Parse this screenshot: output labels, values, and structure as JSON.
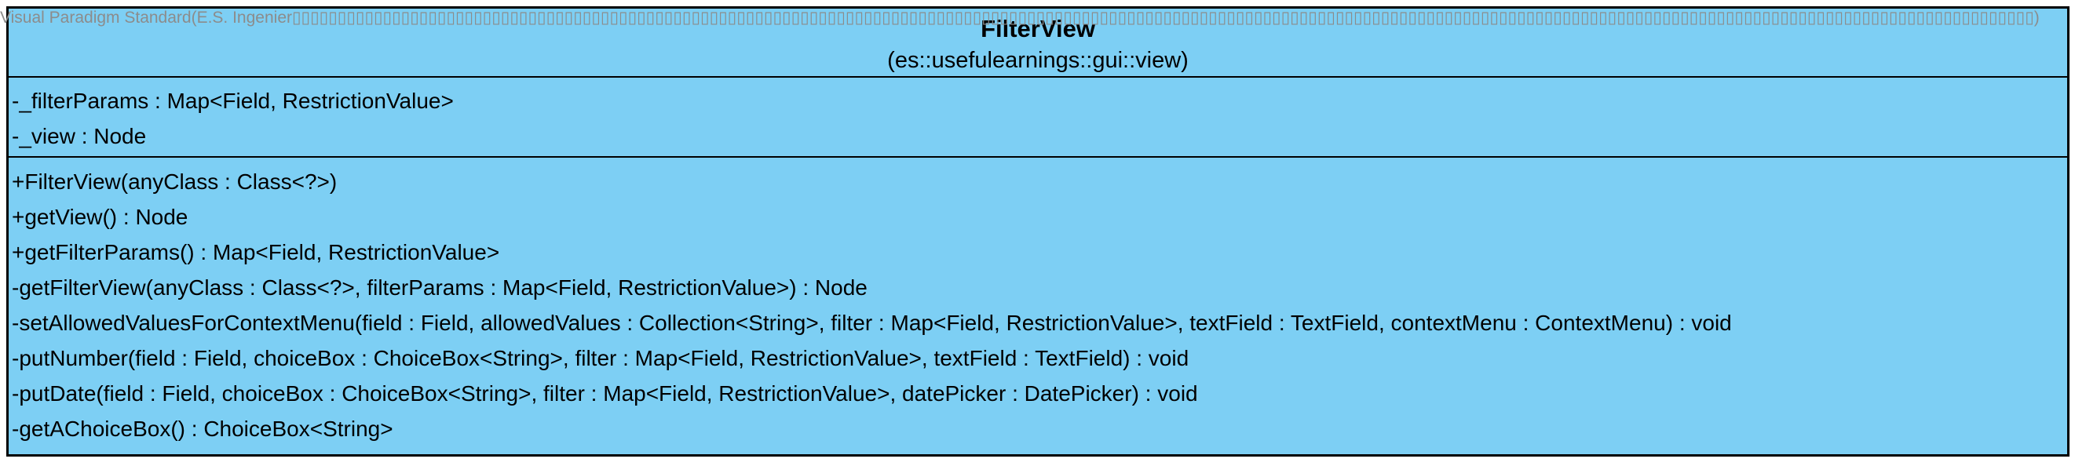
{
  "diagram": {
    "watermark": "Visual Paradigm Standard(E.S. Ingenier▯▯▯▯▯▯▯▯▯▯▯▯▯▯▯▯▯▯▯▯▯▯▯▯▯▯▯▯▯▯▯▯▯▯▯▯▯▯▯▯▯▯▯▯▯▯▯▯▯▯▯▯▯▯▯▯▯▯▯▯▯▯▯▯▯▯▯▯▯▯▯▯▯▯▯▯▯▯▯▯▯▯▯▯▯▯▯▯▯▯▯▯▯▯▯▯▯▯▯▯▯▯▯▯▯▯▯▯▯▯▯▯▯▯▯▯▯▯▯▯▯▯▯▯▯▯▯▯▯▯▯▯▯▯▯▯▯▯▯▯▯▯▯▯▯▯▯▯▯▯▯▯▯▯▯▯▯▯▯▯▯▯▯▯▯▯▯▯▯▯▯▯▯▯▯▯▯▯▯▯▯▯▯▯▯▯▯▯▯▯▯▯)",
    "colors": {
      "class_fill": "#7dcff4",
      "border": "#000000",
      "text": "#000000",
      "watermark": "#8c8c8c"
    },
    "class": {
      "name": "FilterView",
      "namespace": "(es::usefulearnings::gui::view)",
      "attributes": [
        "-_filterParams : Map<Field, RestrictionValue>",
        "-_view : Node"
      ],
      "operations": [
        "+FilterView(anyClass : Class<?>)",
        "+getView() : Node",
        "+getFilterParams() : Map<Field, RestrictionValue>",
        "-getFilterView(anyClass : Class<?>, filterParams : Map<Field, RestrictionValue>) : Node",
        "-setAllowedValuesForContextMenu(field : Field, allowedValues : Collection<String>, filter : Map<Field, RestrictionValue>, textField : TextField, contextMenu : ContextMenu) : void",
        "-putNumber(field : Field, choiceBox : ChoiceBox<String>, filter : Map<Field, RestrictionValue>, textField : TextField) : void",
        "-putDate(field : Field, choiceBox : ChoiceBox<String>, filter : Map<Field, RestrictionValue>, datePicker : DatePicker) : void",
        "-getAChoiceBox() : ChoiceBox<String>"
      ]
    }
  }
}
